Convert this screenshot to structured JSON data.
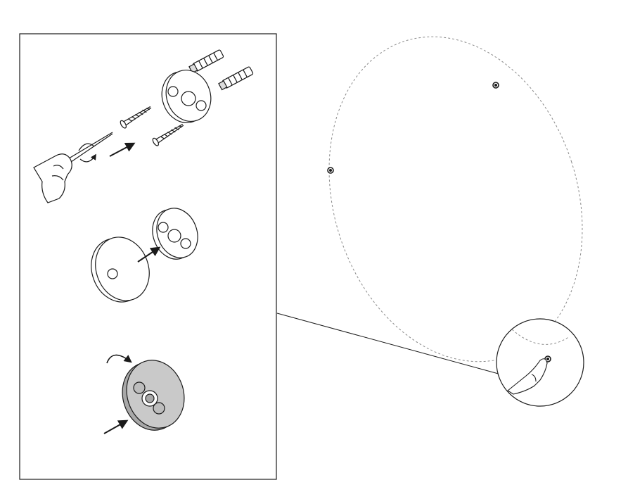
{
  "diagram": {
    "panel": {
      "steps": [
        {
          "id": "step-1",
          "action": "drill-and-screw",
          "parts": [
            "wall-anchor",
            "wall-anchor",
            "screw",
            "screw",
            "mounting-plate",
            "screwdriver"
          ]
        },
        {
          "id": "step-2",
          "action": "attach-cover",
          "parts": [
            "cover-disc",
            "mounting-plate"
          ]
        },
        {
          "id": "step-3",
          "action": "rotate-to-lock",
          "parts": [
            "assembled-mount",
            "rotate-arrow",
            "push-arrow"
          ]
        }
      ]
    },
    "mirror": {
      "shape": "ellipse",
      "outline": "dashed",
      "mount_points": 3
    },
    "detail_callout": {
      "shape": "circle",
      "content": "hand-pressing-mount"
    },
    "colors": {
      "line": "#1a1a1a",
      "dashed": "#8a8a8a",
      "shade": "#c9c9c9",
      "shade_dark": "#a8a8a8"
    }
  }
}
